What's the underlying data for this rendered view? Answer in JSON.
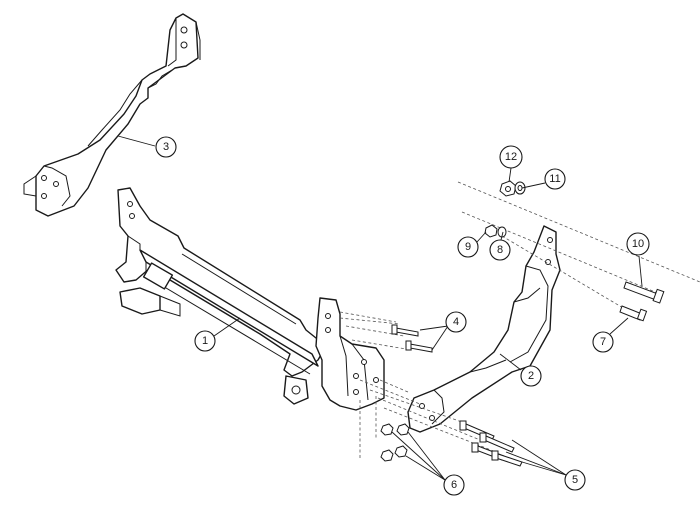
{
  "callouts": [
    {
      "id": "1",
      "label": "1",
      "part": "receiver-crossbar"
    },
    {
      "id": "2",
      "label": "2",
      "part": "right-side-bracket"
    },
    {
      "id": "3",
      "label": "3",
      "part": "left-side-bracket"
    },
    {
      "id": "4",
      "label": "4",
      "part": "short-bolts"
    },
    {
      "id": "5",
      "label": "5",
      "part": "long-bolts"
    },
    {
      "id": "6",
      "label": "6",
      "part": "hex-nuts"
    },
    {
      "id": "7",
      "label": "7",
      "part": "carriage-bolt"
    },
    {
      "id": "8",
      "label": "8",
      "part": "lock-washer"
    },
    {
      "id": "9",
      "label": "9",
      "part": "nut"
    },
    {
      "id": "10",
      "label": "10",
      "part": "bolt"
    },
    {
      "id": "11",
      "label": "11",
      "part": "flat-washer"
    },
    {
      "id": "12",
      "label": "12",
      "part": "flange-nut"
    }
  ]
}
